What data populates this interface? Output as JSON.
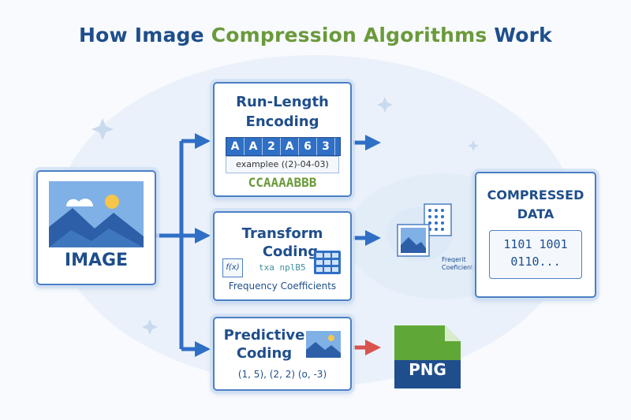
{
  "title": {
    "part1": "How Image ",
    "part2": "Compression Algorithms",
    "part3": " Work"
  },
  "image_box": {
    "label": "IMAGE"
  },
  "rle": {
    "title_line1": "Run-Length",
    "title_line2": "Encoding",
    "cells": [
      "A",
      "A",
      "2",
      "A",
      "6",
      "3"
    ],
    "example": "examplee ((2)-04-03)",
    "encoded": "CCAAAABBB"
  },
  "transform": {
    "title_line1": "Transform",
    "title_line2": "Coding",
    "fx": "f(x)",
    "code": "txa nplB5",
    "caption": "Frequency Coefficients"
  },
  "predictive": {
    "title_line1": "Predictive",
    "title_line2": "Coding",
    "values": "(1, 5), (2, 2) (o, -3)"
  },
  "freq": {
    "line1": "Freqerit",
    "line2": "Coeficients"
  },
  "compressed": {
    "title_line1": "COMPRESSED",
    "title_line2": "DATA",
    "bits_line1": "1101 1001",
    "bits_line2": "0110..."
  },
  "png": {
    "label": "PNG"
  },
  "colors": {
    "primary": "#1f4e8c",
    "accent_green": "#6a9a3a",
    "arrow_blue": "#2f6fc5",
    "arrow_red": "#d9534f",
    "png_green": "#5fa838",
    "png_navy": "#1f4e8c"
  }
}
